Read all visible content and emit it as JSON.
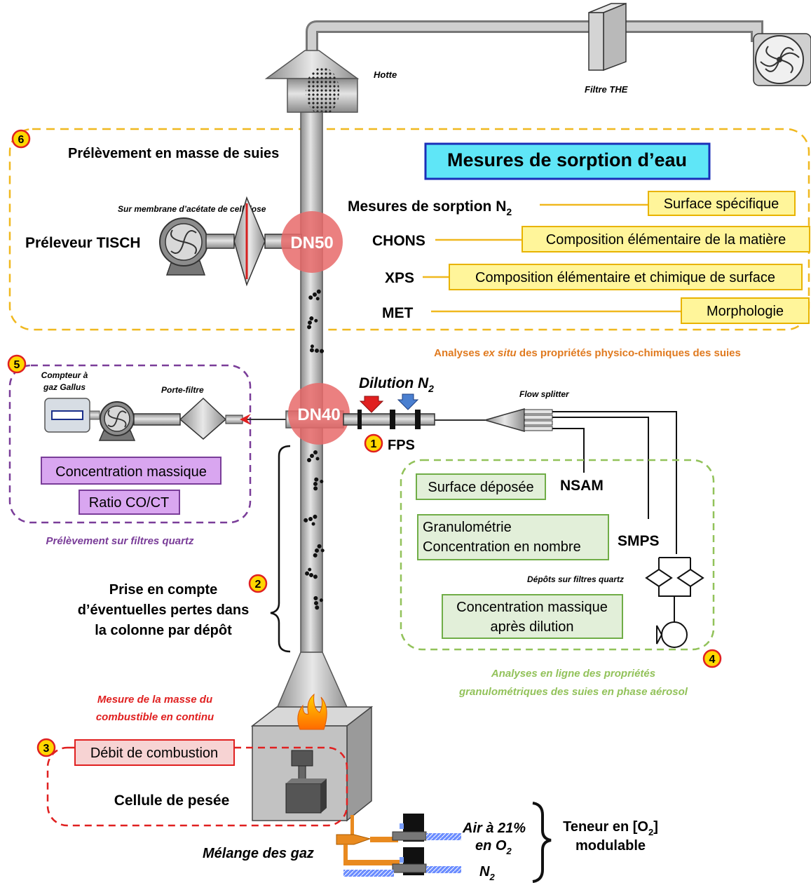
{
  "top": {
    "hood_label": "Hotte",
    "filter_label": "Filtre THE"
  },
  "section6": {
    "number": "6",
    "title": "Prélèvement en masse de suies",
    "membrane_label": "Sur membrane d’acétate de cellulose",
    "sampler_label": "Préleveur TISCH",
    "port_label": "DN50",
    "headline": "Mesures de sorption d’eau",
    "rows": [
      {
        "method": "Mesures de sorption N",
        "method_sub": "2",
        "result": "Surface spécifique"
      },
      {
        "method": "CHONS",
        "method_sub": "",
        "result": "Composition élémentaire de la matière"
      },
      {
        "method": "XPS",
        "method_sub": "",
        "result": "Composition élémentaire et chimique de surface"
      },
      {
        "method": "MET",
        "method_sub": "",
        "result": "Morphologie"
      }
    ],
    "caption_pre": "Analyses ",
    "caption_italic": "ex situ",
    "caption_post": " des propriétés physico-chimiques des suies"
  },
  "section5": {
    "number": "5",
    "counter_label_1": "Compteur à",
    "counter_label_2": "gaz Gallus",
    "holder_label": "Porte-filtre",
    "port_label": "DN40",
    "box1": "Concentration massique",
    "box2": "Ratio CO/CT",
    "caption": "Prélèvement sur filtres quartz"
  },
  "section1": {
    "number": "1",
    "dilution_label": "Dilution N",
    "dilution_sub": "2",
    "fps_label": "FPS",
    "splitter_label": "Flow splitter"
  },
  "section4": {
    "number": "4",
    "box_surface": "Surface déposée",
    "nsam": "NSAM",
    "box_granulo_1": "Granulométrie",
    "box_granulo_2": "Concentration en nombre",
    "smps": "SMPS",
    "deposit_label": "Dépôts sur filtres quartz",
    "box_mass_1": "Concentration massique",
    "box_mass_2": "après dilution",
    "caption_1": "Analyses en ligne des propriétés",
    "caption_2": "granulométriques des suies en phase aérosol"
  },
  "section2": {
    "number": "2",
    "line1": "Prise en compte",
    "line2": "d’éventuelles pertes dans",
    "line3": "la colonne par dépôt"
  },
  "section3": {
    "number": "3",
    "caption_1": "Mesure de la masse du",
    "caption_2": "combustible en continu",
    "box": "Débit de combustion",
    "cell_label": "Cellule de pesée"
  },
  "gas": {
    "mix_label": "Mélange des gaz",
    "air_1": "Air à 21%",
    "air_2": "en O",
    "air_sub": "2",
    "n2": "N",
    "n2_sub": "2",
    "o2_1_pre": "Teneur en [O",
    "o2_1_sub": "2",
    "o2_1_post": "]",
    "o2_2": "modulable"
  },
  "colors": {
    "section6": "#f0b81f",
    "section5": "#7a3d99",
    "section4": "#92c25a",
    "section3": "#e02020",
    "yellow_box": "#fff59a",
    "purple_box": "#d9a6f0",
    "green_box": "#e2efd9",
    "cyan_box": "#5fe6f7",
    "port_circle": "#e86a6a"
  }
}
